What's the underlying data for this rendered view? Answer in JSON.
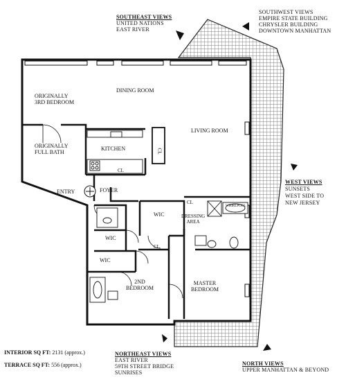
{
  "views": {
    "southeast": {
      "heading": "SOUTHEAST VIEWS",
      "lines": [
        "UNITED NATIONS",
        "EAST RIVER"
      ]
    },
    "southwest": {
      "heading": "SOUTHWEST VIEWS",
      "lines": [
        "EMPIRE STATE BUILDING",
        "CHRYSLER BUILDING",
        "DOWNTOWN MANHATTAN"
      ]
    },
    "west": {
      "heading": "WEST VIEWS",
      "lines": [
        "SUNSETS",
        "WEST SIDE TO",
        "NEW JERSEY"
      ]
    },
    "northeast": {
      "heading": "NORTHEAST VIEWS",
      "lines": [
        "EAST RIVER",
        "59TH STREET BRIDGE",
        "SUNRISES"
      ]
    },
    "north": {
      "heading": "NORTH VIEWS",
      "lines": [
        "UPPER MANHATTAN & BEYOND"
      ]
    }
  },
  "rooms": {
    "orig_bedroom": [
      "ORIGINALLY",
      "3RD BEDROOM"
    ],
    "orig_bath": [
      "ORIGINALLY",
      "FULL BATH"
    ],
    "dining": "DINING ROOM",
    "living": "LIVING ROOM",
    "kitchen": "KITCHEN",
    "entry": "ENTRY",
    "foyer": "FOYER",
    "cl1": "CL",
    "cl2": "CL",
    "cl3": "CL",
    "cl4": "CL",
    "wic1": "WIC",
    "wic2": "WIC",
    "wic3": "WIC",
    "dressing": [
      "DRESSING",
      "AREA"
    ],
    "whirlpool": "WHIRLPOOL",
    "second_bedroom": [
      "2ND",
      "BEDROOM"
    ],
    "master": [
      "MASTER",
      "BEDROOM"
    ]
  },
  "areas": {
    "interior_label": "INTERIOR SQ FT:",
    "interior_value": "2131 (approx.)",
    "terrace_label": "TERRACE SQ FT:",
    "terrace_value": "556 (approx.)"
  }
}
